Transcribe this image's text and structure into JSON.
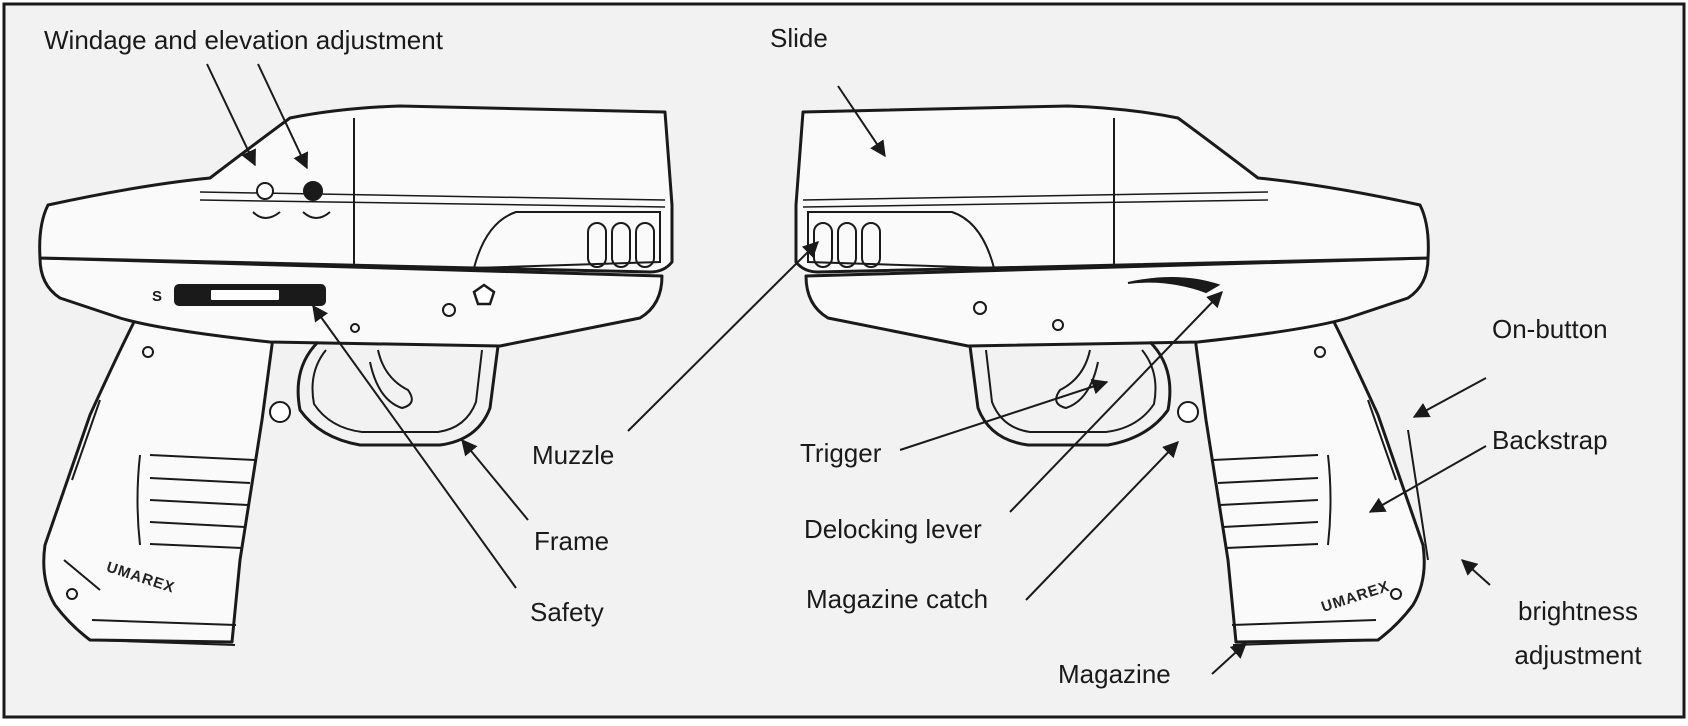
{
  "labels": {
    "windage_elevation": "Windage and elevation adjustment",
    "slide": "Slide",
    "muzzle": "Muzzle",
    "frame": "Frame",
    "safety": "Safety",
    "trigger": "Trigger",
    "delocking_lever": "Delocking lever",
    "magazine_catch": "Magazine catch",
    "magazine": "Magazine",
    "on_button": "On-button",
    "backstrap": "Backstrap",
    "brightness_line1": "brightness",
    "brightness_line2": "adjustment"
  },
  "markings": {
    "brand": "UMAREX",
    "safety_letter": "S"
  },
  "colors": {
    "panel_background": "#f2f2f2",
    "border": "#1a1a1a",
    "line": "#1a1a1a"
  }
}
